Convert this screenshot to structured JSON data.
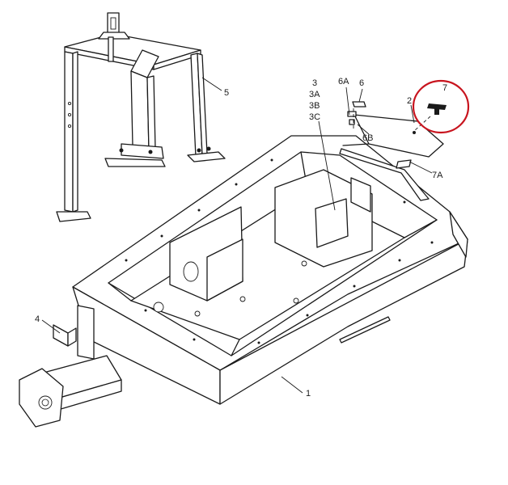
{
  "callouts": {
    "c1": "1",
    "c2": "2",
    "c3": "3",
    "c3a": "3A",
    "c3b": "3B",
    "c3c": "3C",
    "c4": "4",
    "c5": "5",
    "c6": "6",
    "c6a": "6A",
    "c6b": "6B",
    "c7": "7",
    "c7a": "7A"
  },
  "highlight": {
    "target": "7",
    "color": "#c8141e"
  }
}
